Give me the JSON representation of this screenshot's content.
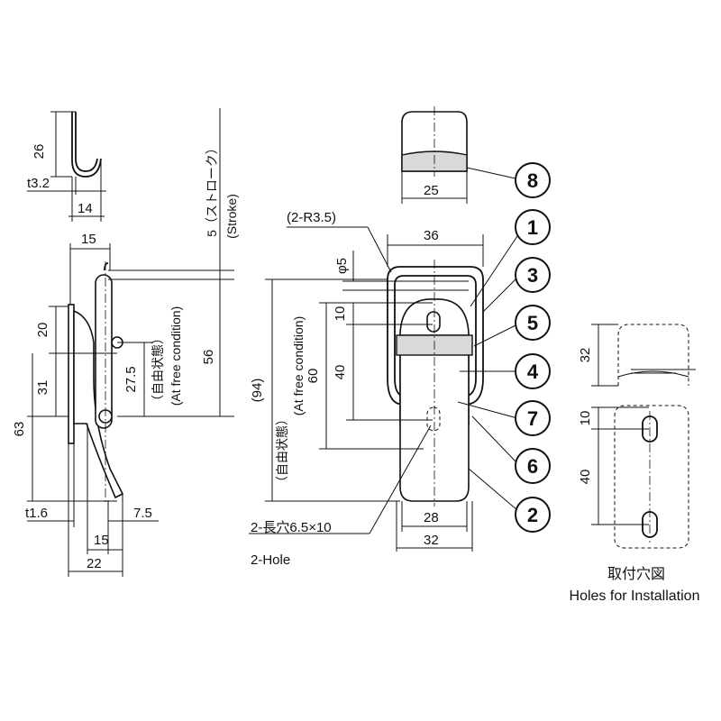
{
  "hook_view": {
    "dim_height": "26",
    "dim_thickness": "t3.2",
    "dim_width": "14"
  },
  "side_view": {
    "dim_top_width": "15",
    "dim_stroke": "5（ストローク）",
    "dim_stroke_en": "(Stroke)",
    "dim_20": "20",
    "dim_31": "31",
    "dim_63": "63",
    "dim_27_5": "27.5",
    "dim_56": "56",
    "free_condition_jp": "（自由状態）",
    "free_condition_en": "(At free condition)",
    "dim_t1_6": "t1.6",
    "dim_7_5": "7.5",
    "dim_15_bottom": "15",
    "dim_22": "22"
  },
  "front_view": {
    "dim_r": "(2-R3.5)",
    "dim_36": "36",
    "dim_phi5": "φ5",
    "dim_10": "10",
    "dim_40": "40",
    "dim_60": "60",
    "dim_94": "(94)",
    "free_condition_jp": "（自由状態）",
    "free_condition_en": "(At free condition)",
    "dim_28": "28",
    "dim_32": "32",
    "slot_jp": "2-長穴6.5×10",
    "hole_en": "2-Hole"
  },
  "top_view": {
    "dim_25": "25"
  },
  "part_numbers": [
    "8",
    "1",
    "3",
    "5",
    "4",
    "7",
    "6",
    "2"
  ],
  "install_view": {
    "dim_32": "32",
    "dim_10": "10",
    "dim_40": "40",
    "title_jp": "取付穴図",
    "title_en": "Holes for Installation"
  }
}
